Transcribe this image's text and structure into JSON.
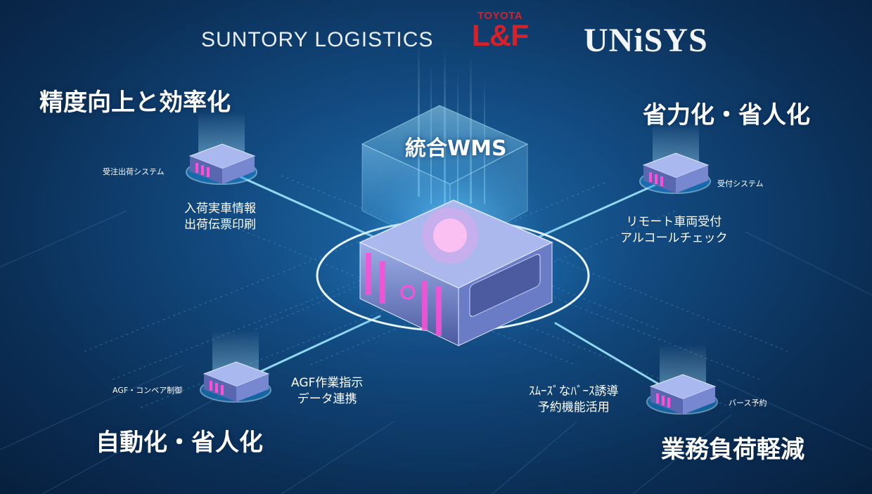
{
  "logos": {
    "suntory": "SUNTORY LOGISTICS",
    "toyota_sub": "TOYOTA",
    "toyota_main": "L&F",
    "unisys": "UNiSYS"
  },
  "center": {
    "title": "統合WMS"
  },
  "nodes": {
    "top_left": {
      "heading": "精度向上と効率化",
      "system": "受注出荷システム",
      "feature_lines": [
        "入荷実車情報",
        "出荷伝票印刷"
      ]
    },
    "top_right": {
      "heading": "省力化・省人化",
      "system": "受付システム",
      "feature_lines": [
        "リモート車両受付",
        "アルコールチェック"
      ]
    },
    "bottom_left": {
      "heading": "自動化・省人化",
      "system": "AGF・コンベア制御",
      "feature_lines": [
        "AGF作業指示",
        "データ連携"
      ]
    },
    "bottom_right": {
      "heading": "業務負荷軽減",
      "system": "バース予約",
      "feature_lines": [
        "ｽﾑｰｽﾞなﾊﾞｰｽ誘導",
        "予約機能活用"
      ]
    }
  },
  "colors": {
    "background": "#124a80",
    "glow": "#7fd4ff",
    "brand_red": "#d4212a",
    "accent_pink": "#ff4fd8"
  }
}
